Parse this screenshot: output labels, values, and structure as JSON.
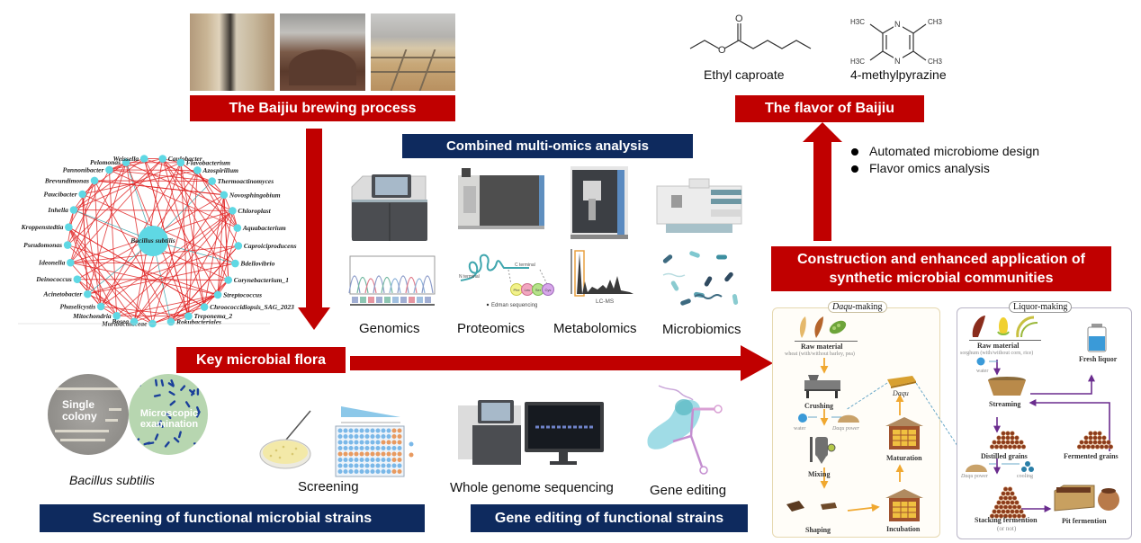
{
  "brewing": {
    "title": "The Baijiu brewing process",
    "photos": [
      "daqu-brick-photo",
      "steaming-grains-photo",
      "fermentation-floor-photo"
    ]
  },
  "network": {
    "center": "Bacillus subtilis",
    "nodes": [
      "Pelomonas",
      "Weissella",
      "Caulobacter",
      "Flavobacterium",
      "Azospirillum",
      "Thermoactinomyces",
      "Novosphingobium",
      "Chloroplast",
      "Aquabacterium",
      "Caproiciproducens",
      "Bdellovibrio",
      "Corynebacterium_1",
      "Streptococcus",
      "Chroococcidiopsis_SAG_2023",
      "Treponema_2",
      "Rokubacteriales",
      "Muribaculaceae",
      "Bosea",
      "Mitochondria",
      "Phaselicystis",
      "Acinetobacter",
      "Deinococcus",
      "Ideonella",
      "Pseudomonas",
      "Kroppenstedtia",
      "Inhella",
      "Paucibacter",
      "Brevundimonas",
      "Pannonibacter"
    ],
    "node_color": "#5fd8e4",
    "edge_color": "#e02020"
  },
  "omics": {
    "title": "Combined multi-omics analysis",
    "items": [
      {
        "label": "Genomics"
      },
      {
        "label": "Proteomics",
        "n_terminal": "N terminal",
        "c_terminal": "C terminal",
        "residues": [
          "Phe",
          "Leu",
          "Ser",
          "Cys"
        ],
        "note": "Edman sequencing"
      },
      {
        "label": "Metabolomics",
        "note": "LC-MS"
      },
      {
        "label": "Microbiomics"
      }
    ]
  },
  "flavor": {
    "title": "The flavor of Baijiu",
    "compounds": [
      {
        "name": "Ethyl caproate",
        "atoms": [
          "O",
          "O"
        ]
      },
      {
        "name": "4-methylpyrazine",
        "atoms": [
          "N",
          "N",
          "H3C",
          "CH3",
          "H3C",
          "CH3"
        ]
      }
    ],
    "bullets": [
      "Automated microbiome design",
      "Flavor omics analysis"
    ]
  },
  "key_flora": {
    "title": "Key microbial flora"
  },
  "synthetic": {
    "title_line1": "Construction and enhanced application of",
    "title_line2": "synthetic microbial communities"
  },
  "screening": {
    "title": "Screening of functional microbial strains",
    "single_colony_line1": "Single",
    "single_colony_line2": "colony",
    "microscopic_line1": "Microscopic",
    "microscopic_line2": "examination",
    "species": "Bacillus subtilis",
    "screening_label": "Screening"
  },
  "gene_editing": {
    "title": "Gene editing of functional strains",
    "wgs_label": "Whole genome sequencing",
    "edit_label": "Gene editing"
  },
  "daqu_panel": {
    "title_italic": "Daqu",
    "title_rest": "-making",
    "raw_material": "Raw material",
    "raw_sub": "wheat (with/without barley, pea)",
    "steps": [
      "Crushing",
      "Mixing",
      "Shaping",
      "Incubation",
      "Maturation"
    ],
    "water": "water",
    "daqu_power": "Daqu power",
    "daqu": "Daqu"
  },
  "liquor_panel": {
    "title": "Liquor-making",
    "raw_material": "Raw material",
    "raw_sub": "sorghum (with/without corn, rice)",
    "water": "water",
    "steps": [
      "Streaming",
      "Distilled grains",
      "Stacking fermention",
      "Pit fermention",
      "Fermented grains",
      "Fresh liquor"
    ],
    "stacking_note": "(or not)",
    "daqu_power_italic": "Daqu",
    "daqu_power_rest": " power",
    "cooling": "cooling"
  },
  "colors": {
    "red": "#c00000",
    "navy": "#0e2a5e",
    "daqu_arrow": "#f0a830",
    "liquor_arrow": "#6a2c8e"
  }
}
